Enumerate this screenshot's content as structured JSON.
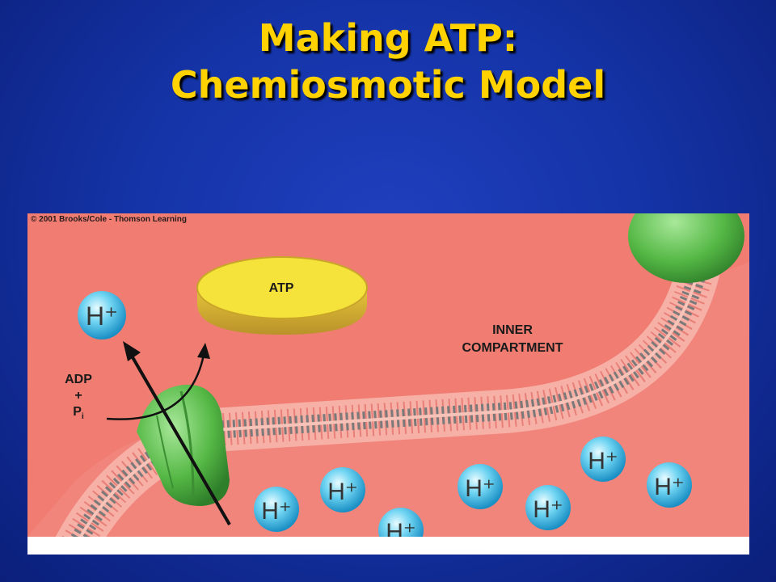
{
  "slide": {
    "title_line1": "Making ATP:",
    "title_line2": "Chemiosmotic Model"
  },
  "figure": {
    "copyright": "© 2001 Brooks/Cole - Thomson Learning",
    "atp_label": "ATP",
    "inner_label_line1": "INNER",
    "inner_label_line2": "COMPARTMENT",
    "adp": "ADP",
    "plus": "+",
    "pi_main": "P",
    "pi_sub": "i",
    "proton_label": "H+"
  },
  "colors": {
    "title": "#ffd200",
    "background": "#1534a8",
    "compartment": "#f07c72",
    "atp_synthase": "#5fbf4a",
    "proton": "#4cc3ea",
    "atp_disc": "#f5e23a"
  }
}
